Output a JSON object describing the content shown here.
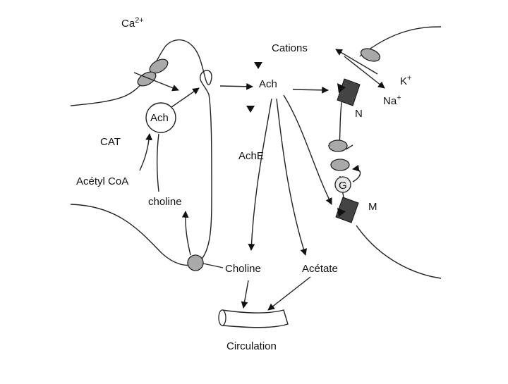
{
  "labels": {
    "ca": "Ca",
    "ca_sup": "2+",
    "cations": "Cations",
    "k": "K",
    "k_sup": "+",
    "na": "Na",
    "na_sup": "+",
    "ach_vesicle": "Ach",
    "ach_cleft": "Ach",
    "cat": "CAT",
    "acetyl_coa": "Acétyl CoA",
    "choline_small": "choline",
    "ache": "AchE",
    "n_receptor": "N",
    "g_protein": "G",
    "m_receptor": "M",
    "choline": "Choline",
    "acetate": "Acétate",
    "circulation": "Circulation"
  }
}
